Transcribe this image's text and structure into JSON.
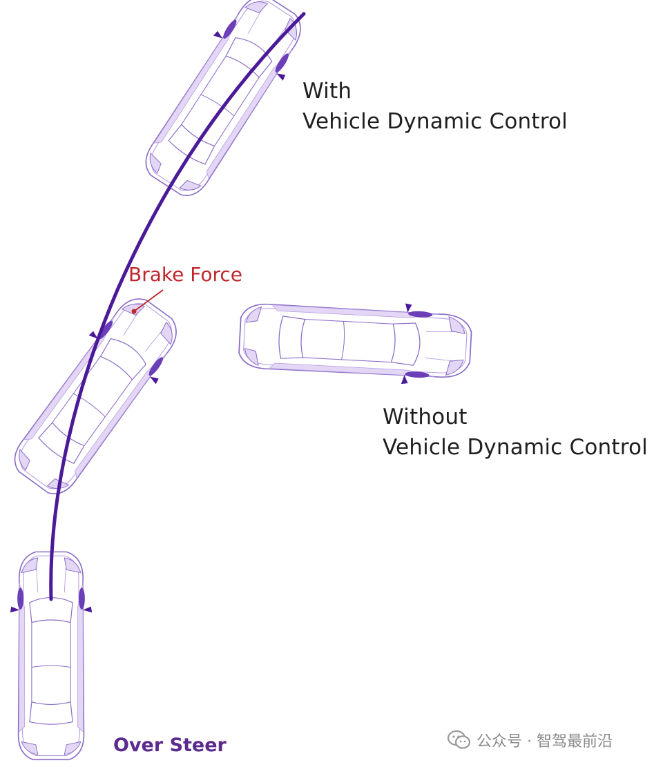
{
  "labels": {
    "with_line1": "With",
    "with_line2": "Vehicle Dynamic Control",
    "without_line1": "Without",
    "without_line2": "Vehicle Dynamic Control",
    "brake_force": "Brake Force",
    "over_steer": "Over Steer"
  },
  "watermark": {
    "text": "公众号 · 智驾最前沿",
    "icon": "wechat-icon"
  },
  "colors": {
    "path": "#4b1a99",
    "car_outline": "#8a6cc7",
    "car_fill": "#e3d7f5",
    "brake_label": "#c0262b",
    "over_steer_label": "#5a2a8e"
  }
}
